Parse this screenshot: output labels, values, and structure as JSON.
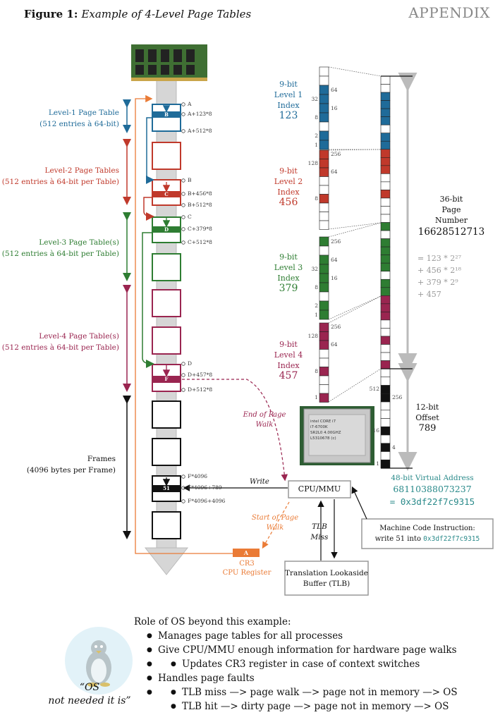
{
  "header": {
    "figure_label": "Figure 1:",
    "figure_title": "Example of 4-Level Page Tables",
    "appendix": "APPENDIX"
  },
  "colors": {
    "level1": "#1f6b99",
    "level2": "#c0392b",
    "level3": "#2e7d32",
    "level4": "#9a2550",
    "cr3": "#ea7b36"
  },
  "icons": {
    "ram": "ram-module-icon",
    "cpu": "cpu-chip-icon",
    "os": "tux-penguin-icon"
  },
  "left_labels": {
    "level1": [
      "Level-1 Page Table",
      "(512 entries à 64-bit)"
    ],
    "level2": [
      "Level-2 Page Tables",
      "(512 entries à 64-bit per Table)"
    ],
    "level3": [
      "Level-3 Page Table(s)",
      "(512 entries à 64-bit per Table)"
    ],
    "level4": [
      "Level-4 Page Table(s)",
      "(512 entries à 64-bit per Table)"
    ],
    "frames": [
      "Frames",
      "(4096 bytes per Frame)"
    ]
  },
  "pointers": {
    "A": "A",
    "A_idx": "A+123*8",
    "A_end": "A+512*8",
    "B": "B",
    "B_idx": "B+456*8",
    "B_end": "B+512*8",
    "C": "C",
    "C_idx": "C+379*8",
    "C_end": "C+512*8",
    "D": "D",
    "D_idx": "D+457*8",
    "D_end": "D+512*8",
    "F": "F*4096",
    "F_idx": "F*4096+789",
    "F_end": "F*4096+4096"
  },
  "box_labels": {
    "B": "B",
    "C": "C",
    "D": "D",
    "F": "F",
    "frame": "51"
  },
  "index_labels": {
    "level1": {
      "bits": "9-bit",
      "name": [
        "Level 1",
        "Index"
      ],
      "value": "123"
    },
    "level2": {
      "bits": "9-bit",
      "name": [
        "Level 2",
        "Index"
      ],
      "value": "456"
    },
    "level3": {
      "bits": "9-bit",
      "name": [
        "Level 3",
        "Index"
      ],
      "value": "379"
    },
    "level4": {
      "bits": "9-bit",
      "name": [
        "Level 4",
        "Index"
      ],
      "value": "457"
    }
  },
  "bit_weights": {
    "level1": [
      "64",
      "32",
      "16",
      "8",
      "2",
      "1"
    ],
    "level2": [
      "256",
      "128",
      "64",
      "8"
    ],
    "level3": [
      "256",
      "64",
      "32",
      "16",
      "8",
      "2",
      "1"
    ],
    "level4": [
      "256",
      "128",
      "64",
      "8",
      "1"
    ],
    "offset": [
      "512",
      "256",
      "16",
      "4",
      "1"
    ]
  },
  "page_number": {
    "bits": "36-bit",
    "name": [
      "Page",
      "Number"
    ],
    "value": "16628512713",
    "formula": [
      "=  123 * 2²⁷",
      "+  456 * 2¹⁸",
      "+  379 * 2⁹",
      "+  457"
    ]
  },
  "offset": {
    "bits": "12-bit",
    "name": "Offset",
    "value": "789"
  },
  "virtual_address": {
    "title": "48-bit Virtual Address",
    "decimal": "68110388073237",
    "hex": "= 0x3df22f7c9315"
  },
  "cpu": {
    "box": "CPU/MMU",
    "write": "Write",
    "end_walk": [
      "End of Page",
      "Walk"
    ],
    "start_walk": [
      "Start of Page",
      "Walk"
    ],
    "tlb_miss": [
      "TLB",
      "Miss"
    ],
    "tlb_box": [
      "Translation Lookaside",
      "Buffer (TLB)"
    ],
    "instruction": [
      "Machine Code Instruction:",
      "write 51 into",
      "0x3df22f7c9315"
    ],
    "cr3_box": "A",
    "cr3_label": [
      "CR3",
      "CPU Register"
    ],
    "chip_text": [
      "intel CORE i7",
      "i7-6700K",
      "SR2L0 4.00GHZ",
      "L5310678 (c)"
    ]
  },
  "os": {
    "title": "Role of OS beyond this example:",
    "items": [
      "Manages page tables for all processes",
      "Give CPU/MMU enough information for hardware page walks",
      "Updates CR3 register in case of context switches",
      "Handles page faults",
      "TLB miss —> page walk —> page not in memory —> OS",
      "TLB hit —> dirty page —> page not in memory —> OS"
    ],
    "quote": [
      "“OS",
      "not needed it is”"
    ]
  }
}
